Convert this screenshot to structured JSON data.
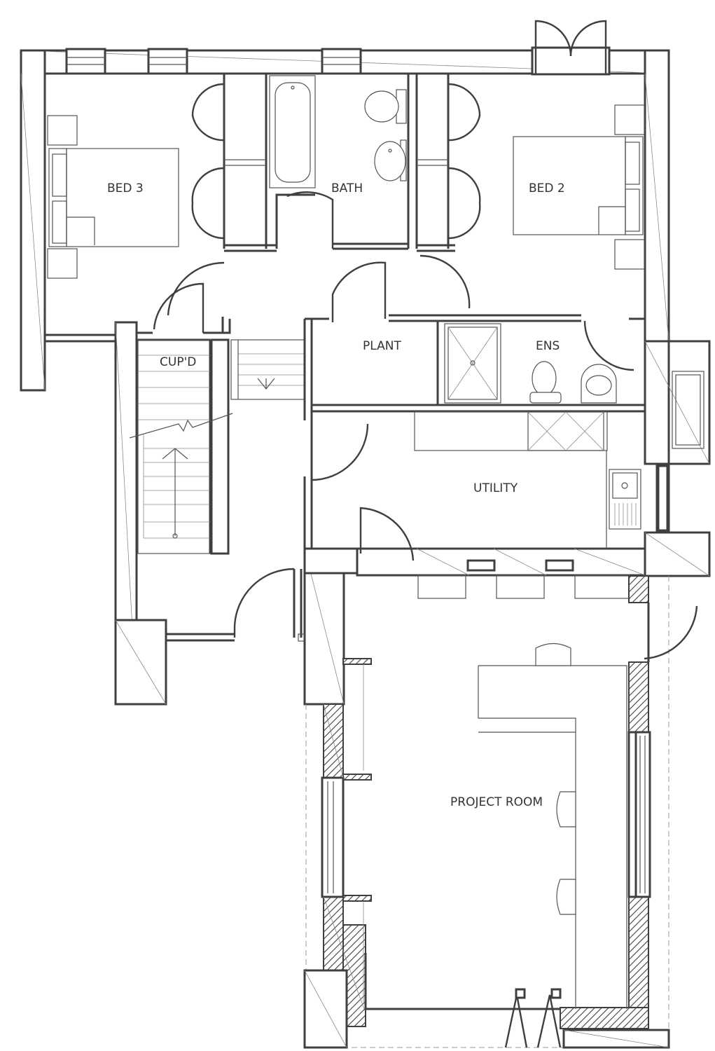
{
  "rooms": {
    "bed3": "BED 3",
    "bath": "BATH",
    "bed2": "BED 2",
    "cupd": "CUP'D",
    "plant": "PLANT",
    "ens": "ENS",
    "utility": "UTILITY",
    "project_room": "PROJECT ROOM"
  },
  "colors": {
    "wall": "#3f3f3f",
    "background": "#ffffff"
  }
}
